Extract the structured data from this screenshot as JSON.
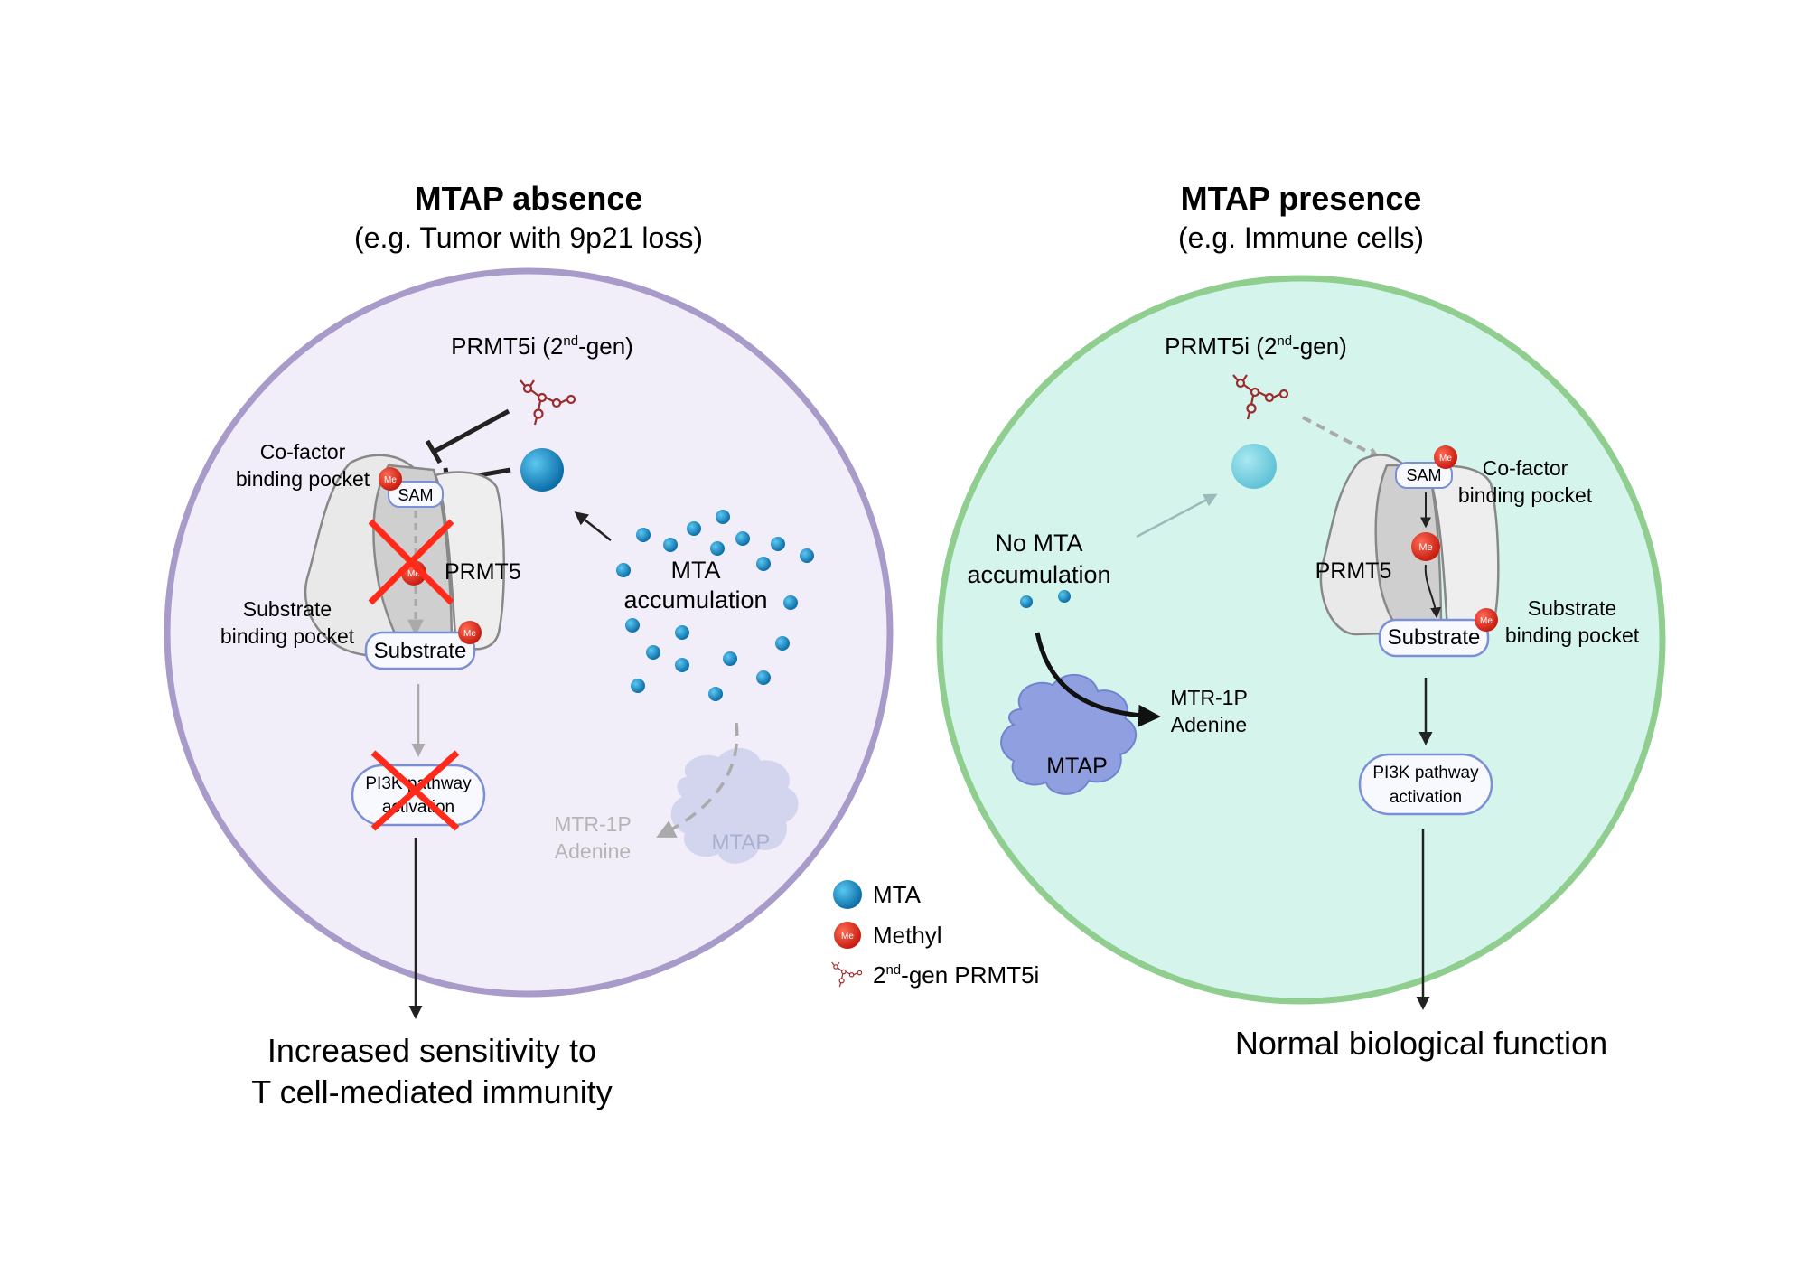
{
  "left_panel": {
    "title": "MTAP absence",
    "subtitle": "(e.g. Tumor with 9p21 loss)",
    "drug_label": "PRMT5i (2",
    "drug_sup": "nd",
    "drug_suffix": "-gen)",
    "cofactor_line1": "Co-factor",
    "cofactor_line2": "binding pocket",
    "sam": "SAM",
    "prmt5": "PRMT5",
    "substrate_line1": "Substrate",
    "substrate_line2": "binding pocket",
    "substrate": "Substrate",
    "me": "Me",
    "pathway_line1": "PI3K pathway",
    "pathway_line2": "activation",
    "mta_line1": "MTA",
    "mta_line2": "accumulation",
    "product_line1": "MTR-1P",
    "product_line2": "Adenine",
    "mtap": "MTAP",
    "outcome_line1": "Increased sensitivity to",
    "outcome_line2": "T cell-mediated immunity"
  },
  "right_panel": {
    "title": "MTAP presence",
    "subtitle": "(e.g. Immune cells)",
    "drug_label": "PRMT5i (2",
    "drug_sup": "nd",
    "drug_suffix": "-gen)",
    "sam": "SAM",
    "cofactor_line1": "Co-factor",
    "cofactor_line2": "binding pocket",
    "prmt5": "PRMT5",
    "substrate": "Substrate",
    "substrate_line1": "Substrate",
    "substrate_line2": "binding pocket",
    "me": "Me",
    "no_mta_line1": "No MTA",
    "no_mta_line2": "accumulation",
    "product_line1": "MTR-1P",
    "product_line2": "Adenine",
    "mtap": "MTAP",
    "pathway_line1": "PI3K pathway",
    "pathway_line2": "activation",
    "outcome": "Normal biological function"
  },
  "legend": {
    "mta": "MTA",
    "methyl": "Methyl",
    "me": "Me",
    "drug_prefix": "2",
    "drug_sup": "nd",
    "drug_suffix": "-gen PRMT5i"
  },
  "colors": {
    "left_fill": "#f1eef9",
    "left_border": "#a89ac9",
    "right_fill": "#d4f4ec",
    "right_border": "#8fce8f",
    "mta": "#1e90c8",
    "methyl": "#e8362a",
    "drug": "#9c2b2b",
    "mtap": "#8f9fe0",
    "cross": "#ff2a1a"
  }
}
